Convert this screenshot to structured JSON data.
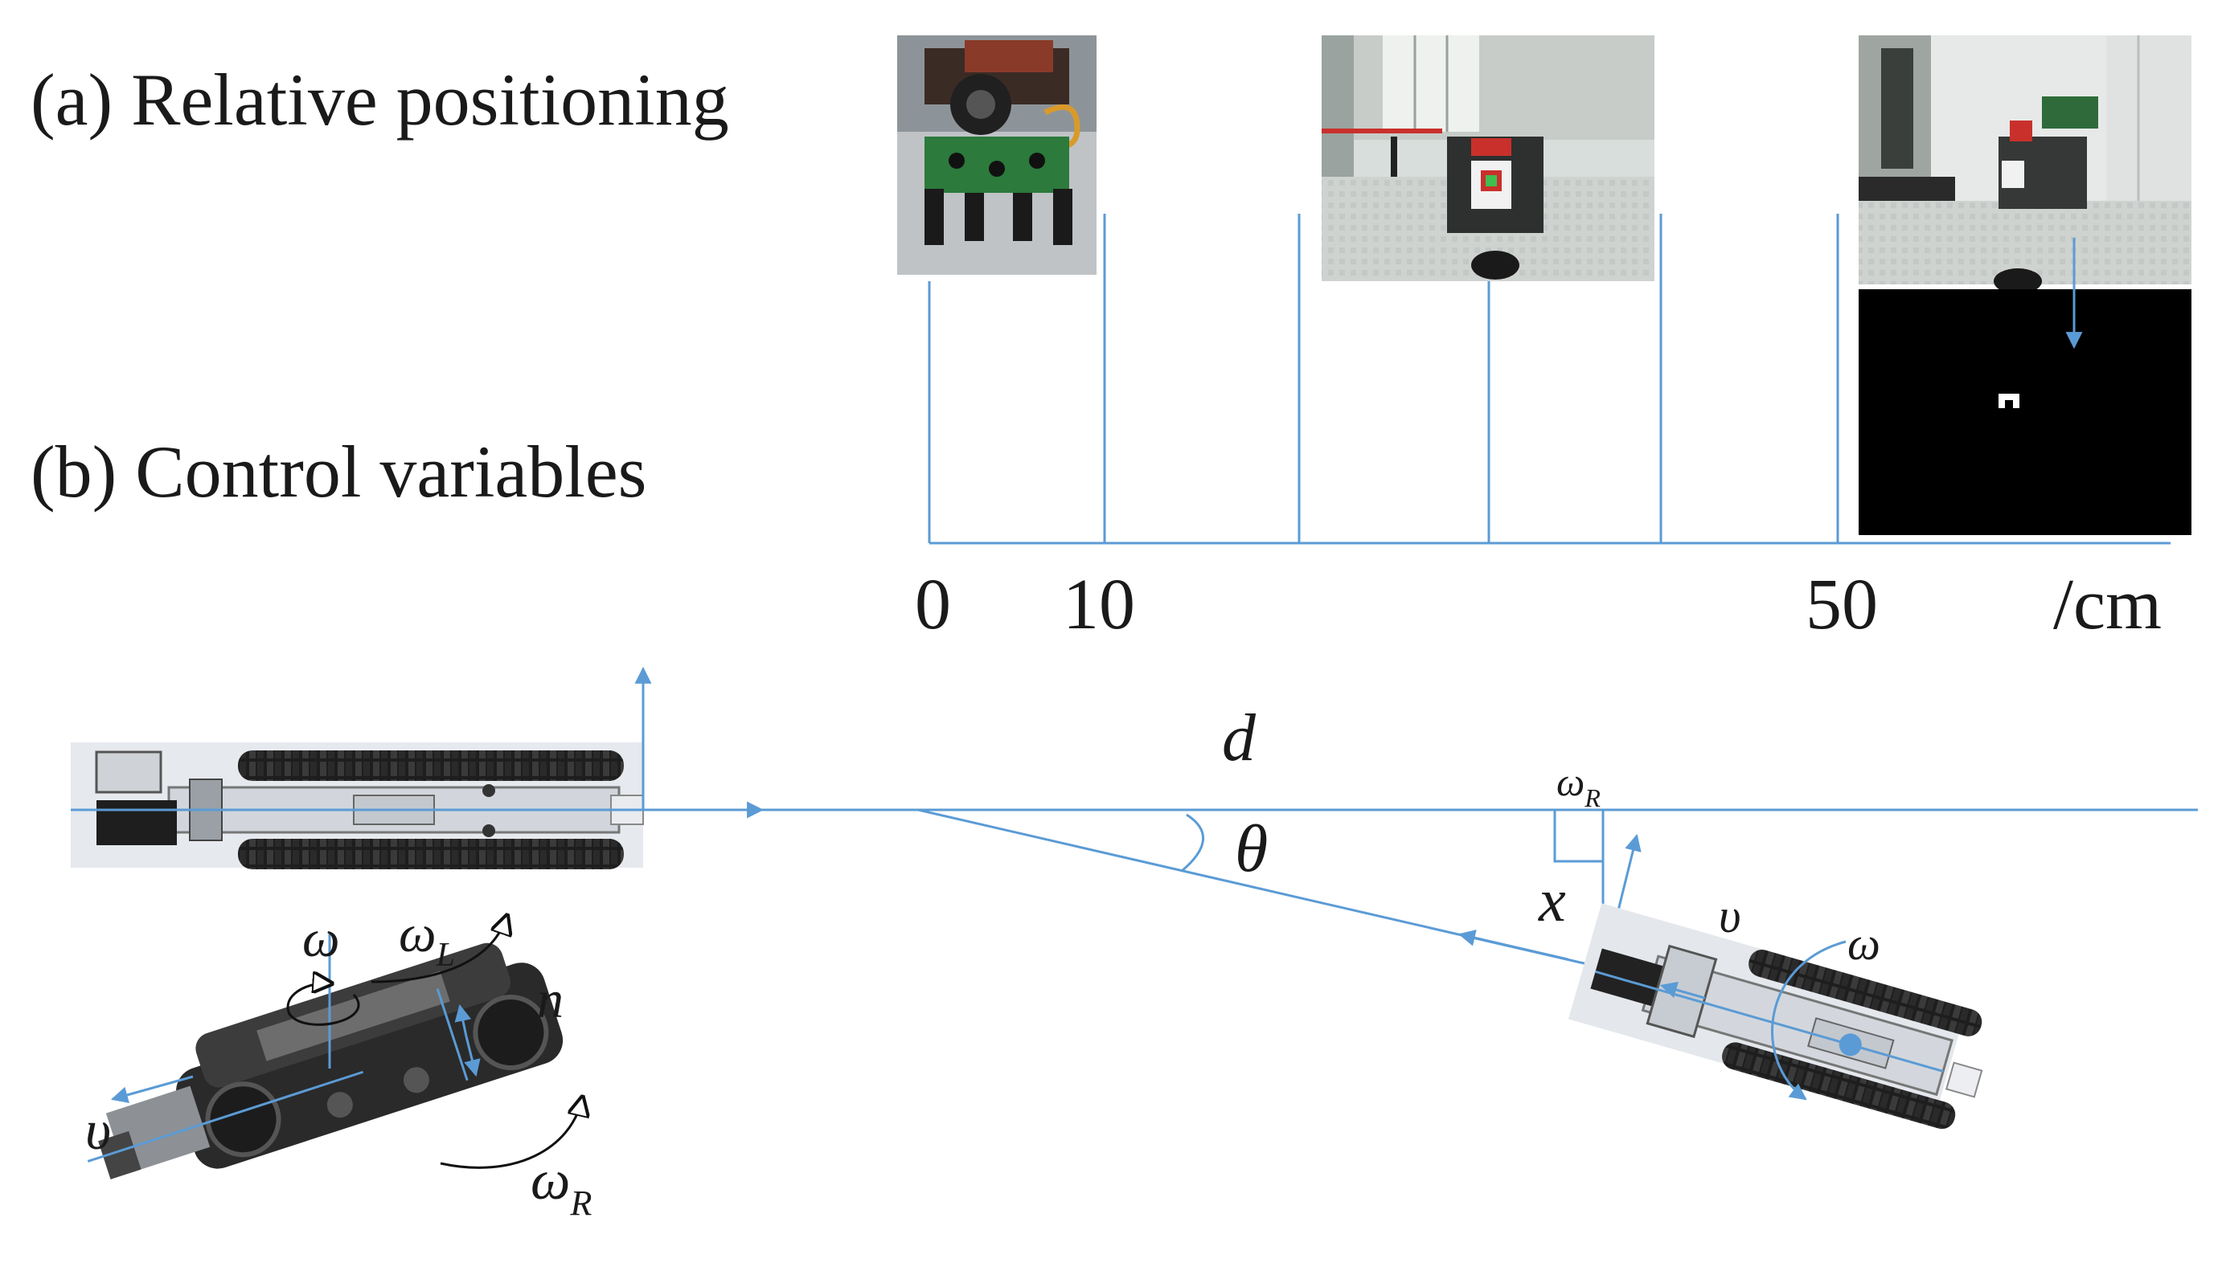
{
  "labels": {
    "panel_a": "(a) Relative positioning",
    "panel_b": "(b) Control variables"
  },
  "axis": {
    "tick_0": "0",
    "tick_10": "10",
    "tick_50": "50",
    "unit": "/cm"
  },
  "symbols": {
    "d": "d",
    "theta": "θ",
    "x": "x",
    "omega_r_top": "ω",
    "omega_r_top_sub": "R",
    "v_right": "υ",
    "omega_right": "ω",
    "omega_left": "ω",
    "omega_L": "ω",
    "omega_L_sub": "L",
    "n": "n",
    "v_left": "υ",
    "omega_R_bottom": "ω",
    "omega_R_bottom_sub": "R"
  },
  "colors": {
    "accent": "#5b9bd5",
    "text": "#1a1a1a"
  }
}
